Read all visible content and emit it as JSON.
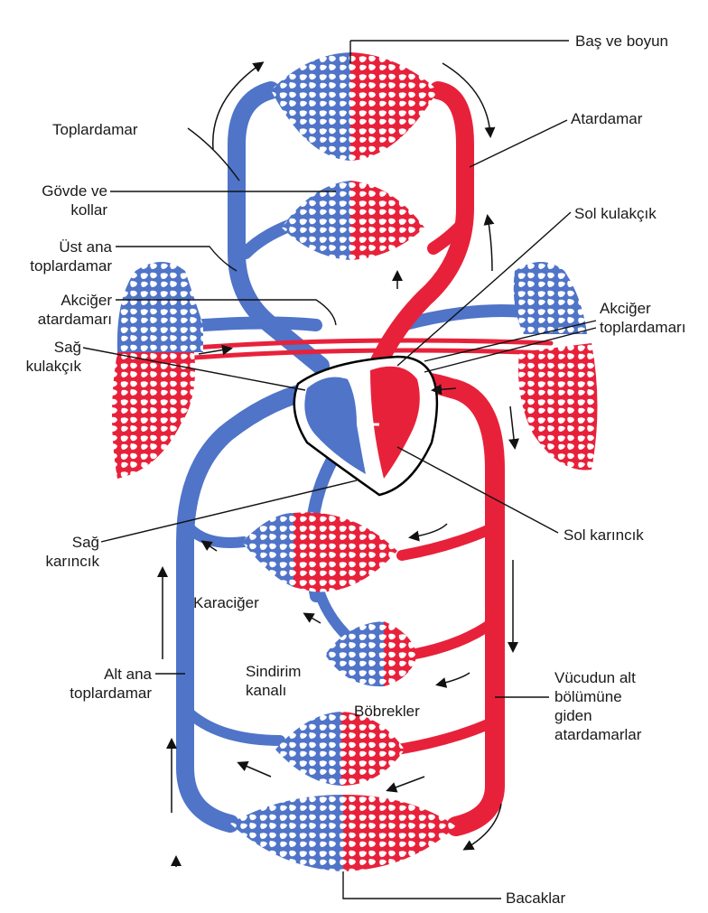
{
  "colors": {
    "artery": "#e8213a",
    "vein": "#4f74c8",
    "leader": "#111111",
    "heart_outline": "#000000"
  },
  "labels": {
    "head_neck": "Baş ve boyun",
    "vein": "Toplardamar",
    "artery": "Atardamar",
    "trunk_arms": "Gövde ve\nkollar",
    "left_atrium": "Sol kulakçık",
    "superior_vena_cava": "Üst ana\ntoplardamar",
    "pulmonary_artery": "Akciğer\natardamarı",
    "pulmonary_vein": "Akciğer\ntoplardamarı",
    "right_atrium": "Sağ\nkulakçık",
    "left_ventricle": "Sol karıncık",
    "right_ventricle": "Sağ\nkarıncık",
    "liver": "Karaciğer",
    "digestive_canal": "Sindirim\nkanalı",
    "kidneys": "Böbrekler",
    "inferior_vena_cava": "Alt ana\ntoplardamar",
    "lower_body_arteries": "Vücudun alt\nbölümüne\ngiden\natardamarlar",
    "legs": "Bacaklar"
  }
}
